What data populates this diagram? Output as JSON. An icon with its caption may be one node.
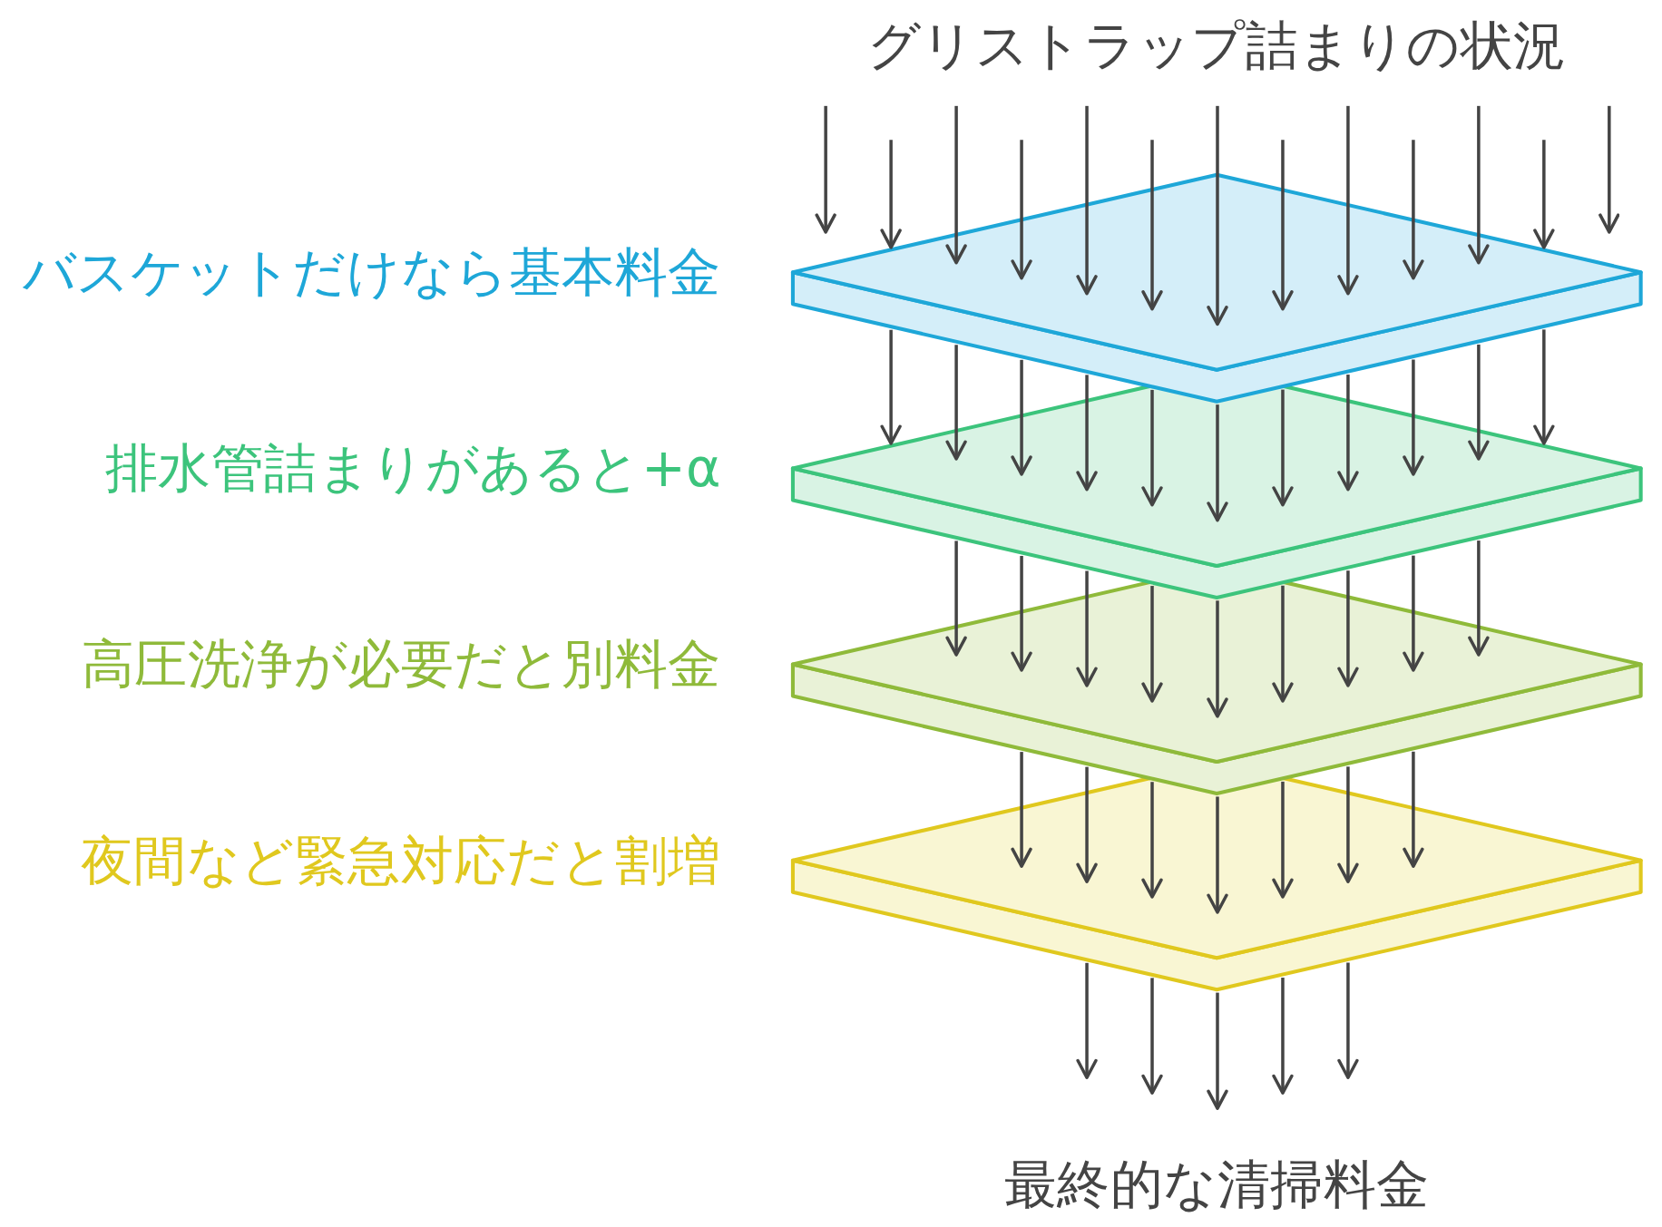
{
  "diagram": {
    "nodes": [
      {
        "text": [
          "グリストラップ詰まりの状況"
        ]
      },
      {
        "text": [
          "バスケットだけなら基本料金"
        ]
      },
      {
        "text": [
          "排水管詰まりがあると+α"
        ]
      },
      {
        "text": [
          "高圧洗浄が必要だと別料金"
        ]
      },
      {
        "text": [
          "夜間など緊急対応だと割増"
        ]
      },
      {
        "text": [
          "最終的な清掃料金"
        ]
      }
    ],
    "edges": [
      {
        "from": 0,
        "to": 1,
        "arrow": "to"
      },
      {
        "from": 0,
        "to": 1,
        "arrow": "to"
      },
      {
        "from": 0,
        "to": 1,
        "arrow": "to"
      },
      {
        "from": 0,
        "to": 1,
        "arrow": "to"
      },
      {
        "from": 0,
        "to": 1,
        "arrow": "to"
      },
      {
        "from": 0,
        "to": 1,
        "arrow": "to"
      },
      {
        "from": 0,
        "to": 1,
        "arrow": "to"
      },
      {
        "from": 0,
        "to": 1,
        "arrow": "to"
      },
      {
        "from": 0,
        "to": 1,
        "arrow": "to"
      },
      {
        "from": 0,
        "to": 1,
        "arrow": "to"
      },
      {
        "from": 0,
        "to": 1,
        "arrow": "to"
      },
      {
        "from": 0,
        "to": 1,
        "arrow": "to"
      },
      {
        "from": 0,
        "to": 1,
        "arrow": "to"
      },
      {
        "from": 1,
        "to": 2,
        "arrow": "to"
      },
      {
        "from": 1,
        "to": 2,
        "arrow": "to"
      },
      {
        "from": 1,
        "to": 2,
        "arrow": "to"
      },
      {
        "from": 1,
        "to": 2,
        "arrow": "to"
      },
      {
        "from": 1,
        "to": 2,
        "arrow": "to"
      },
      {
        "from": 1,
        "to": 2,
        "arrow": "to"
      },
      {
        "from": 1,
        "to": 2,
        "arrow": "to"
      },
      {
        "from": 1,
        "to": 2,
        "arrow": "to"
      },
      {
        "from": 1,
        "to": 2,
        "arrow": "to"
      },
      {
        "from": 1,
        "to": 2,
        "arrow": "to"
      },
      {
        "from": 1,
        "to": 2,
        "arrow": "to"
      },
      {
        "from": 2,
        "to": 3,
        "arrow": "to"
      },
      {
        "from": 2,
        "to": 3,
        "arrow": "to"
      },
      {
        "from": 2,
        "to": 3,
        "arrow": "to"
      },
      {
        "from": 2,
        "to": 3,
        "arrow": "to"
      },
      {
        "from": 2,
        "to": 3,
        "arrow": "to"
      },
      {
        "from": 2,
        "to": 3,
        "arrow": "to"
      },
      {
        "from": 2,
        "to": 3,
        "arrow": "to"
      },
      {
        "from": 2,
        "to": 3,
        "arrow": "to"
      },
      {
        "from": 2,
        "to": 3,
        "arrow": "to"
      },
      {
        "from": 3,
        "to": 4,
        "arrow": "to"
      },
      {
        "from": 3,
        "to": 4,
        "arrow": "to"
      },
      {
        "from": 3,
        "to": 4,
        "arrow": "to"
      },
      {
        "from": 3,
        "to": 4,
        "arrow": "to"
      },
      {
        "from": 3,
        "to": 4,
        "arrow": "to"
      },
      {
        "from": 3,
        "to": 4,
        "arrow": "to"
      },
      {
        "from": 3,
        "to": 4,
        "arrow": "to"
      },
      {
        "from": 4,
        "to": 5,
        "arrow": "to"
      },
      {
        "from": 4,
        "to": 5,
        "arrow": "to"
      },
      {
        "from": 4,
        "to": 5,
        "arrow": "to"
      },
      {
        "from": 4,
        "to": 5,
        "arrow": "to"
      },
      {
        "from": 4,
        "to": 5,
        "arrow": "to"
      }
    ]
  }
}
